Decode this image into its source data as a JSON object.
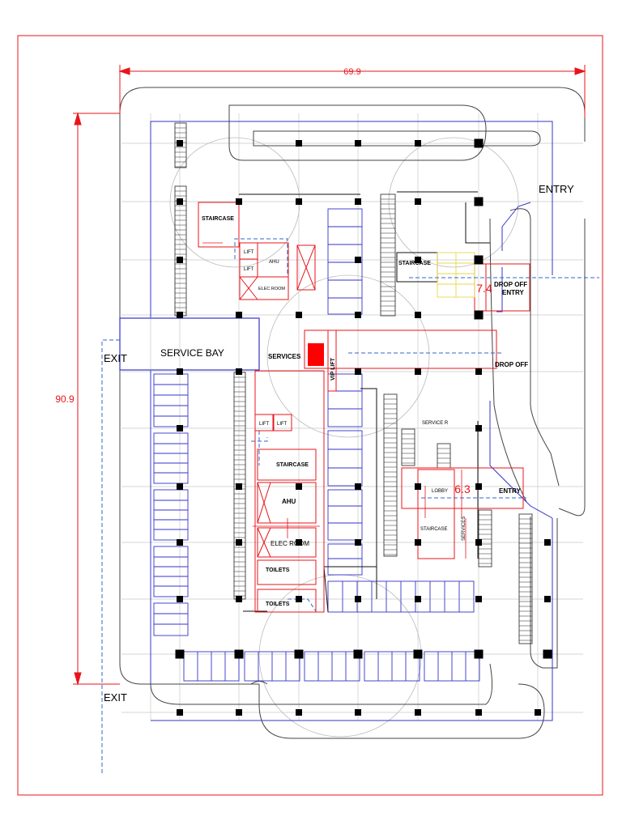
{
  "colors": {
    "frame": "#e8141b",
    "building": "#3333cc",
    "service": "#e8141b",
    "column": "#000000",
    "grid": "#bdbdbd",
    "road": "#555555",
    "yellow": "#e6d84a"
  },
  "dimensions": {
    "width": "69.9",
    "height": "90.9",
    "dropoff_width": "7.4",
    "lobby_width": "6.3"
  },
  "labels": {
    "entry_top": "ENTRY",
    "entry_right": "ENTRY",
    "exit_top": "EXIT",
    "exit_bottom": "EXIT",
    "service_bay": "SERVICE BAY",
    "services": "SERVICES",
    "vip_lift": "VIP LIFT",
    "drop_off": "DROP OFF",
    "drop_off_entry_1": "DROP OFF",
    "drop_off_entry_2": "ENTRY",
    "staircase_top_left": "STAIRCASE",
    "staircase_top_right": "STAIRCASE",
    "staircase_mid": "STAIRCASE",
    "staircase_lower_right": "STAIRCASE",
    "lift_1": "LIFT",
    "lift_2": "LIFT",
    "lift_3": "LIFT",
    "lift_4": "LIFT",
    "ahu_top": "AHU",
    "ahu_mid": "AHU",
    "elec_room_top": "ELEC ROOM",
    "elec_room_mid": "ELEC ROOM",
    "toilets_1": "TOILETS",
    "toilets_2": "TOILETS",
    "lobby": "LOBBY",
    "service_r": "SERVICE R",
    "services_vertical": "SERVICES"
  }
}
